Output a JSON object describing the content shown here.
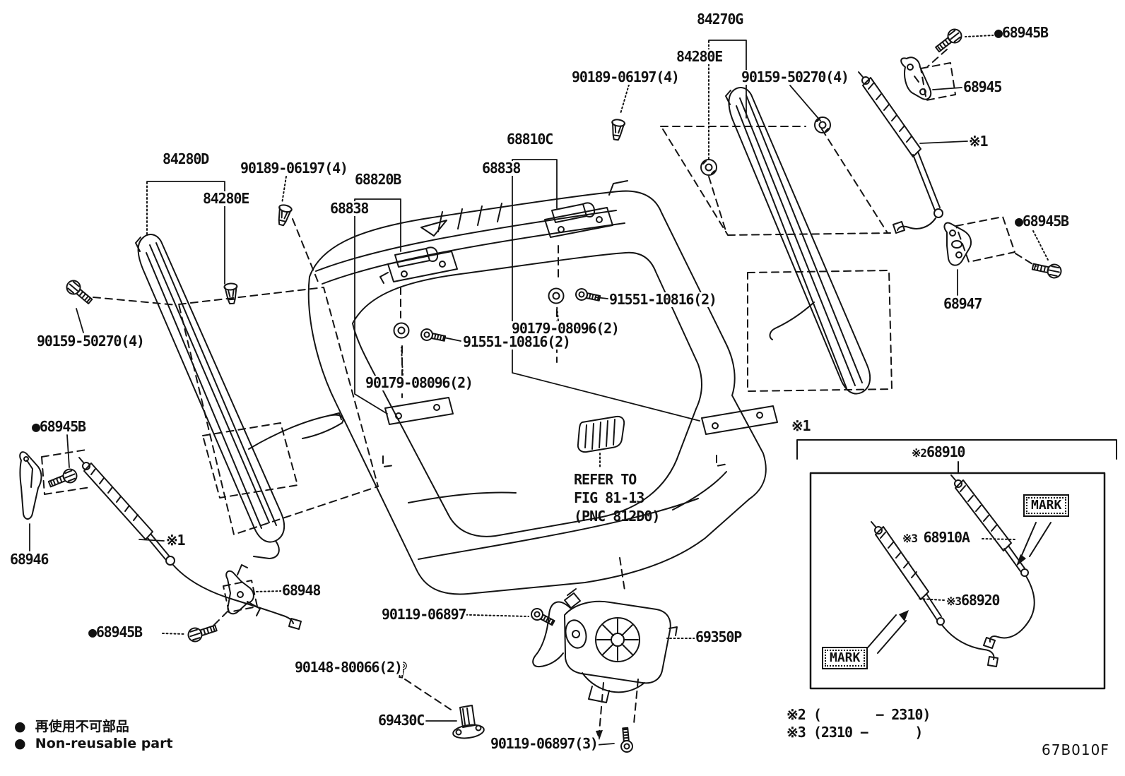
{
  "title": "Back door lock & handle parts diagram",
  "figure_code": "67B010F",
  "legend": {
    "jp": "●  再使用不可部品",
    "en": "●  Non-reusable part"
  },
  "notes": {
    "note2": "※2 (       − 2310)",
    "note3": "※3 (2310 −      )"
  },
  "refer_note": "REFER TO\nFIG 81-13\n(PNC 812D0)",
  "marks": {
    "label": "MARK"
  },
  "colors": {
    "line": "#141414",
    "background": "#ffffff"
  },
  "labels": [
    {
      "id": "84270G",
      "text": "84270G"
    },
    {
      "id": "84280E-right",
      "text": "84280E"
    },
    {
      "id": "90189-06197-right",
      "text": "90189-06197(4)"
    },
    {
      "id": "90159-50270-right",
      "text": "90159-50270(4)"
    },
    {
      "id": "68945B-top-right",
      "text": "●68945B"
    },
    {
      "id": "68945",
      "text": "68945"
    },
    {
      "id": "ref1-right",
      "text": "※1"
    },
    {
      "id": "68945B-mid-right",
      "text": "●68945B"
    },
    {
      "id": "68947",
      "text": "68947"
    },
    {
      "id": "84280D",
      "text": "84280D"
    },
    {
      "id": "90189-06197-left",
      "text": "90189-06197(4)"
    },
    {
      "id": "84280E-left",
      "text": "84280E"
    },
    {
      "id": "68820B",
      "text": "68820B"
    },
    {
      "id": "68810C",
      "text": "68810C"
    },
    {
      "id": "68838-left",
      "text": "68838"
    },
    {
      "id": "68838-right",
      "text": "68838"
    },
    {
      "id": "90159-50270-left",
      "text": "90159-50270(4)"
    },
    {
      "id": "91551-10816-right",
      "text": "91551-10816(2)"
    },
    {
      "id": "90179-08096-right",
      "text": "90179-08096(2)"
    },
    {
      "id": "91551-10816-left",
      "text": "91551-10816(2)"
    },
    {
      "id": "90179-08096-left",
      "text": "90179-08096(2)"
    },
    {
      "id": "68945B-left",
      "text": "●68945B"
    },
    {
      "id": "68946",
      "text": "68946"
    },
    {
      "id": "ref1-left",
      "text": "※1"
    },
    {
      "id": "68948",
      "text": "68948"
    },
    {
      "id": "68945B-bottom-left",
      "text": "●68945B"
    },
    {
      "id": "90119-06897",
      "text": "90119-06897"
    },
    {
      "id": "69350P",
      "text": "69350P"
    },
    {
      "id": "90148-80066",
      "text": "90148-80066(2)"
    },
    {
      "id": "69430C",
      "text": "69430C"
    },
    {
      "id": "90119-06897-3",
      "text": "90119-06897(3)"
    },
    {
      "id": "ref1-inset",
      "text": "※1"
    },
    {
      "id": "68910",
      "prefix": "※2",
      "text": "68910"
    },
    {
      "id": "68910A",
      "prefix": "※3 ",
      "text": "68910A"
    },
    {
      "id": "68920",
      "prefix": "※3",
      "text": "68920"
    }
  ]
}
